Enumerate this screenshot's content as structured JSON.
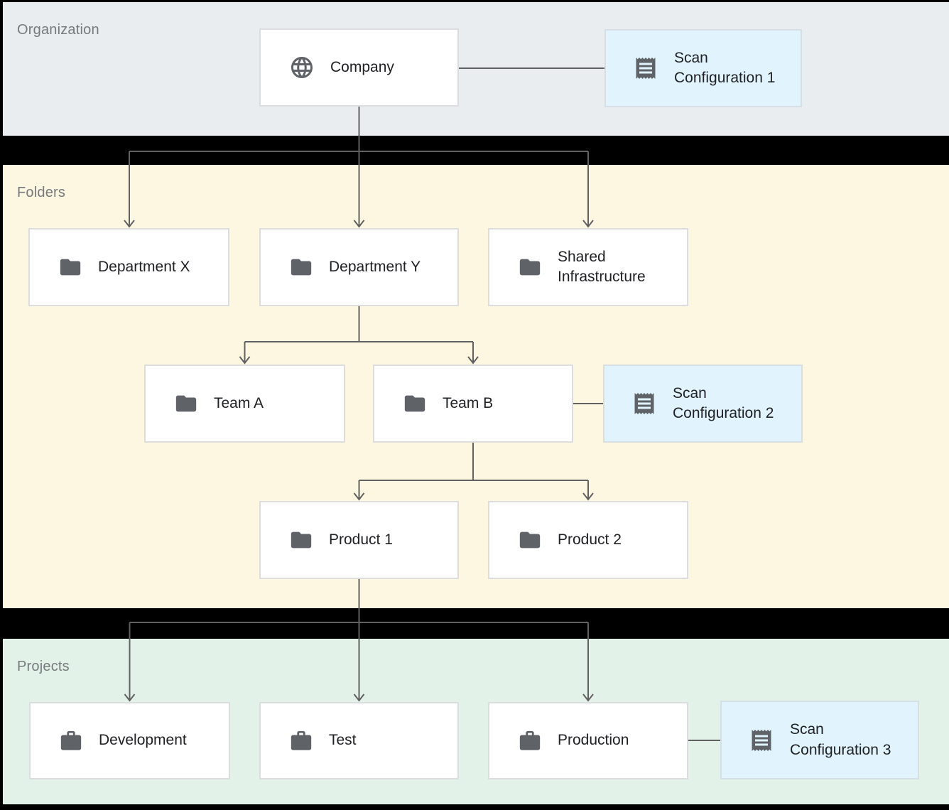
{
  "diagram": {
    "sections": {
      "organization": {
        "label": "Organization"
      },
      "folders": {
        "label": "Folders"
      },
      "projects": {
        "label": "Projects"
      }
    },
    "nodes": {
      "company": {
        "label": "Company",
        "icon": "globe-icon"
      },
      "scan_config_1": {
        "label": "Scan Configuration 1",
        "icon": "receipt-icon"
      },
      "department_x": {
        "label": "Department X",
        "icon": "folder-icon"
      },
      "department_y": {
        "label": "Department Y",
        "icon": "folder-icon"
      },
      "shared_infrastructure": {
        "label": "Shared Infrastructure",
        "icon": "folder-icon"
      },
      "team_a": {
        "label": "Team A",
        "icon": "folder-icon"
      },
      "team_b": {
        "label": "Team B",
        "icon": "folder-icon"
      },
      "scan_config_2": {
        "label": "Scan Configuration 2",
        "icon": "receipt-icon"
      },
      "product_1": {
        "label": "Product 1",
        "icon": "folder-icon"
      },
      "product_2": {
        "label": "Product 2",
        "icon": "folder-icon"
      },
      "development": {
        "label": "Development",
        "icon": "briefcase-icon"
      },
      "test": {
        "label": "Test",
        "icon": "briefcase-icon"
      },
      "production": {
        "label": "Production",
        "icon": "briefcase-icon"
      },
      "scan_config_3": {
        "label": "Scan Configuration 3",
        "icon": "receipt-icon"
      }
    },
    "colors": {
      "organization_band": "#e9edf0",
      "folders_band": "#fdf7e2",
      "projects_band": "#e3f2e8",
      "scan_config_fill": "#e1f3fc",
      "node_fill": "#ffffff",
      "node_border": "#dbdde0",
      "connector_line": "#616161",
      "icon_gray": "#5f6368",
      "node_text": "#202124",
      "section_label_text": "#76797d",
      "page_background": "#000000"
    }
  }
}
